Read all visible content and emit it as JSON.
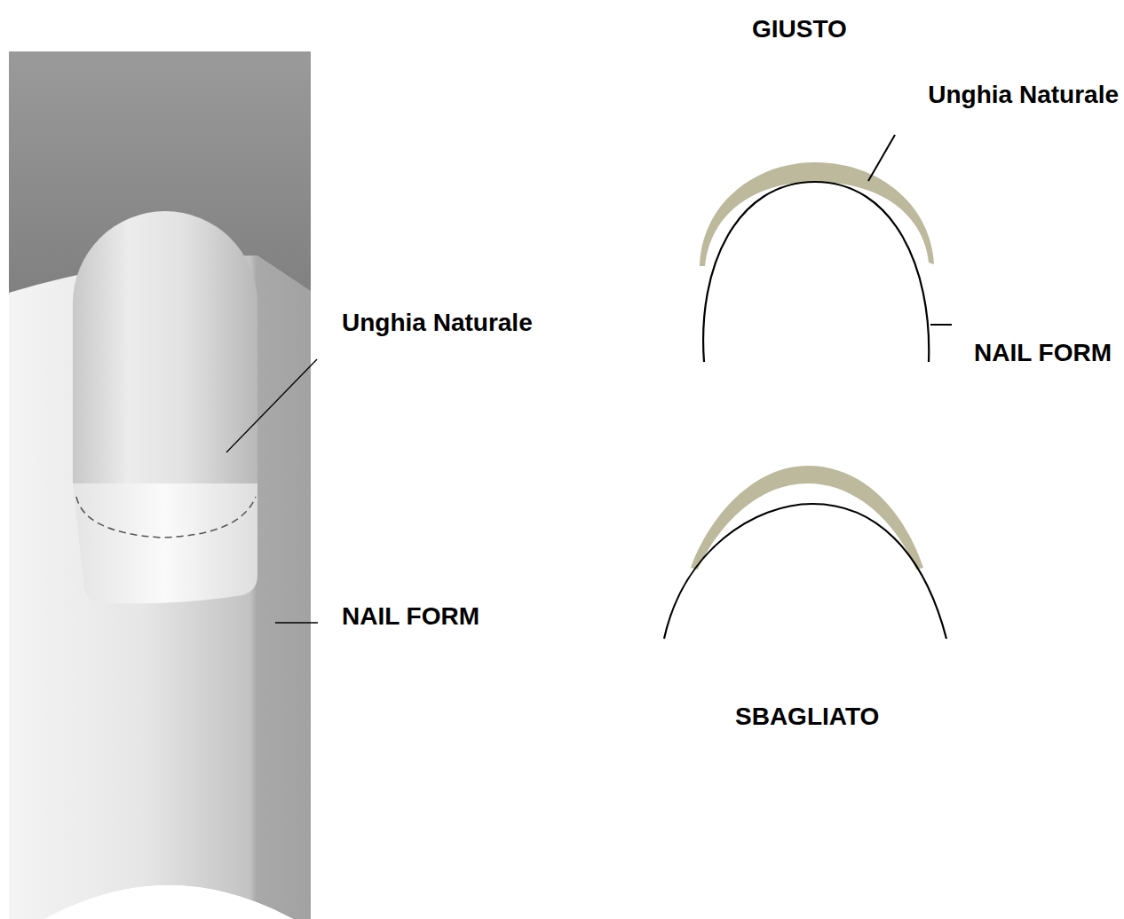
{
  "diagram": {
    "labels": [
      "Unghia Naturale",
      "NAIL FORM",
      "GIUSTO",
      "Unghia Naturale",
      "NAIL FORM",
      "SBAGLIATO"
    ]
  }
}
